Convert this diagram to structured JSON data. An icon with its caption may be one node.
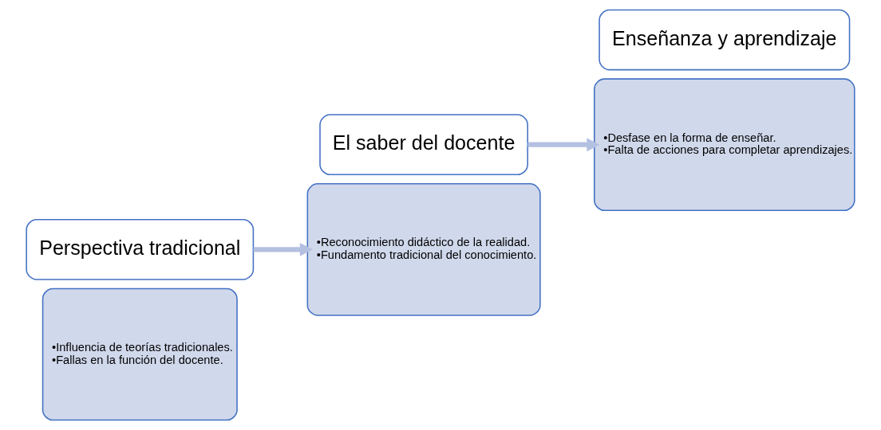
{
  "diagram": {
    "nodes": [
      {
        "text": [
          "•Influencia de teorías tradicionales.",
          "•Fallas en la función del docente."
        ]
      },
      {
        "text": [
          "Perspectiva tradicional"
        ]
      },
      {
        "text": [
          "•Reconocimiento didáctico de la realidad.",
          "•Fundamento tradicional del conocimiento."
        ]
      },
      {
        "text": [
          "El saber del docente"
        ]
      },
      {
        "text": [
          "•Desfase en la forma de enseñar.",
          "•Falta de acciones para completar aprendizajes."
        ]
      },
      {
        "text": [
          "Enseñanza y aprendizaje"
        ]
      }
    ],
    "edges": [
      {
        "from": 1,
        "to": 2,
        "arrow": "to"
      },
      {
        "from": 3,
        "to": 4,
        "arrow": "to"
      }
    ]
  }
}
